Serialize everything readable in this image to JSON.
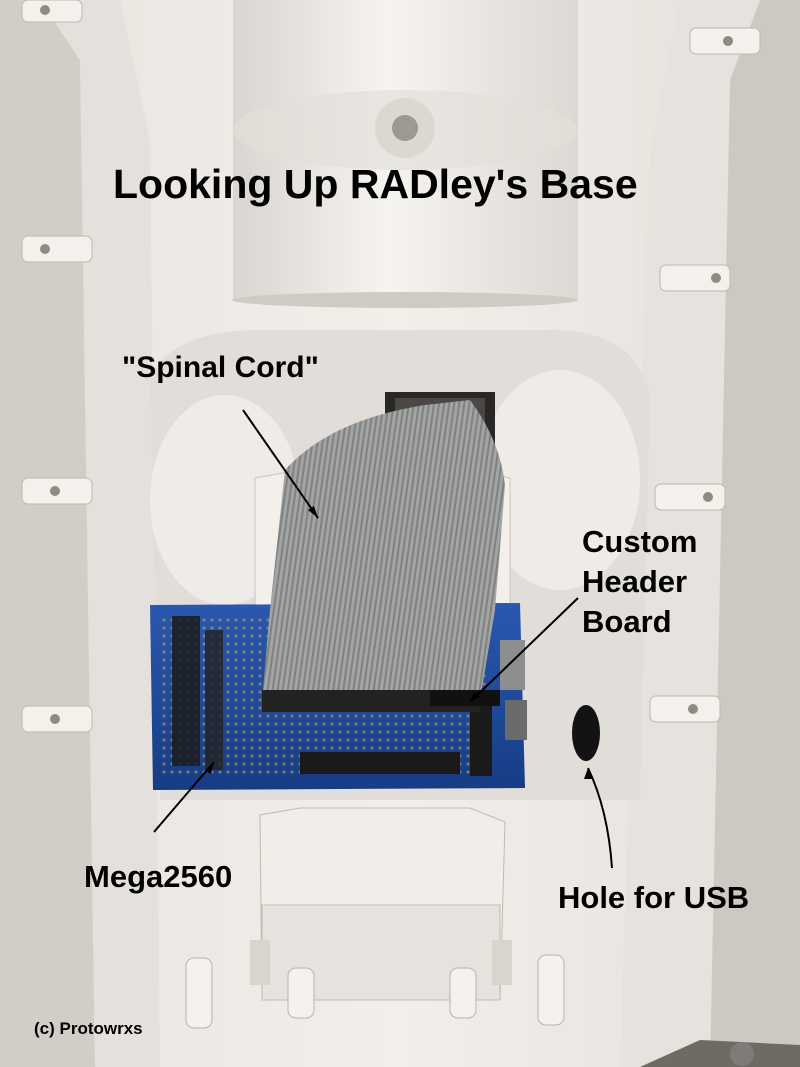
{
  "title": "Looking Up RADley's Base",
  "annotations": {
    "spinal_cord": "\"Spinal Cord\"",
    "custom_header_board": [
      "Custom",
      "Header",
      "Board"
    ],
    "mega": "Mega2560",
    "usb_hole": "Hole for USB"
  },
  "copyright": "(c) Protowrxs",
  "colors": {
    "plastic": "#eeeae6",
    "plastic_shadow": "#c9c4be",
    "pcb_blue": "#1f4a9c",
    "ribbon_grey": "#9a9c9b",
    "text": "#000000"
  }
}
